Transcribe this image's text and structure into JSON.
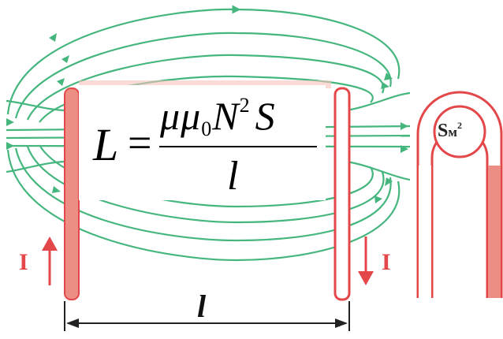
{
  "formula": {
    "lhs": "L",
    "equals": "=",
    "mu": "μμ",
    "sub0": "0",
    "N": "N",
    "exp2": "2",
    "S": "S",
    "denominator": "l"
  },
  "labels": {
    "current_left": "I",
    "current_right": "I",
    "length": "l",
    "area_S": "S",
    "area_unit": "м",
    "area_exp": "2"
  },
  "colors": {
    "field_lines": "#45b67e",
    "coil": "#e4474a",
    "coil_fill": "#ec8e83",
    "dimension": "#222222"
  }
}
